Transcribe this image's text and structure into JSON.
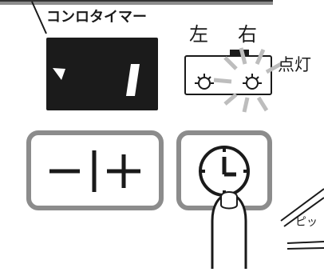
{
  "timer_panel": {
    "title": "コンロタイマー",
    "display_value": "1"
  },
  "burner_selector": {
    "left_label": "左",
    "right_label": "右",
    "lit_label": "点灯",
    "active_side": "right"
  },
  "controls": {
    "minus_plus_button": {
      "minus_symbol": "minus-icon",
      "plus_symbol": "plus-icon"
    },
    "timer_button": {
      "icon": "clock-icon"
    }
  },
  "sound": {
    "beep_label": "ピッ"
  },
  "colors": {
    "display_background": "#1b1b1b",
    "display_digit": "#ffffff",
    "button_frame": "#8c8c8c",
    "ink": "#1a1a1a",
    "glow_rays": "#bdbdbd"
  }
}
